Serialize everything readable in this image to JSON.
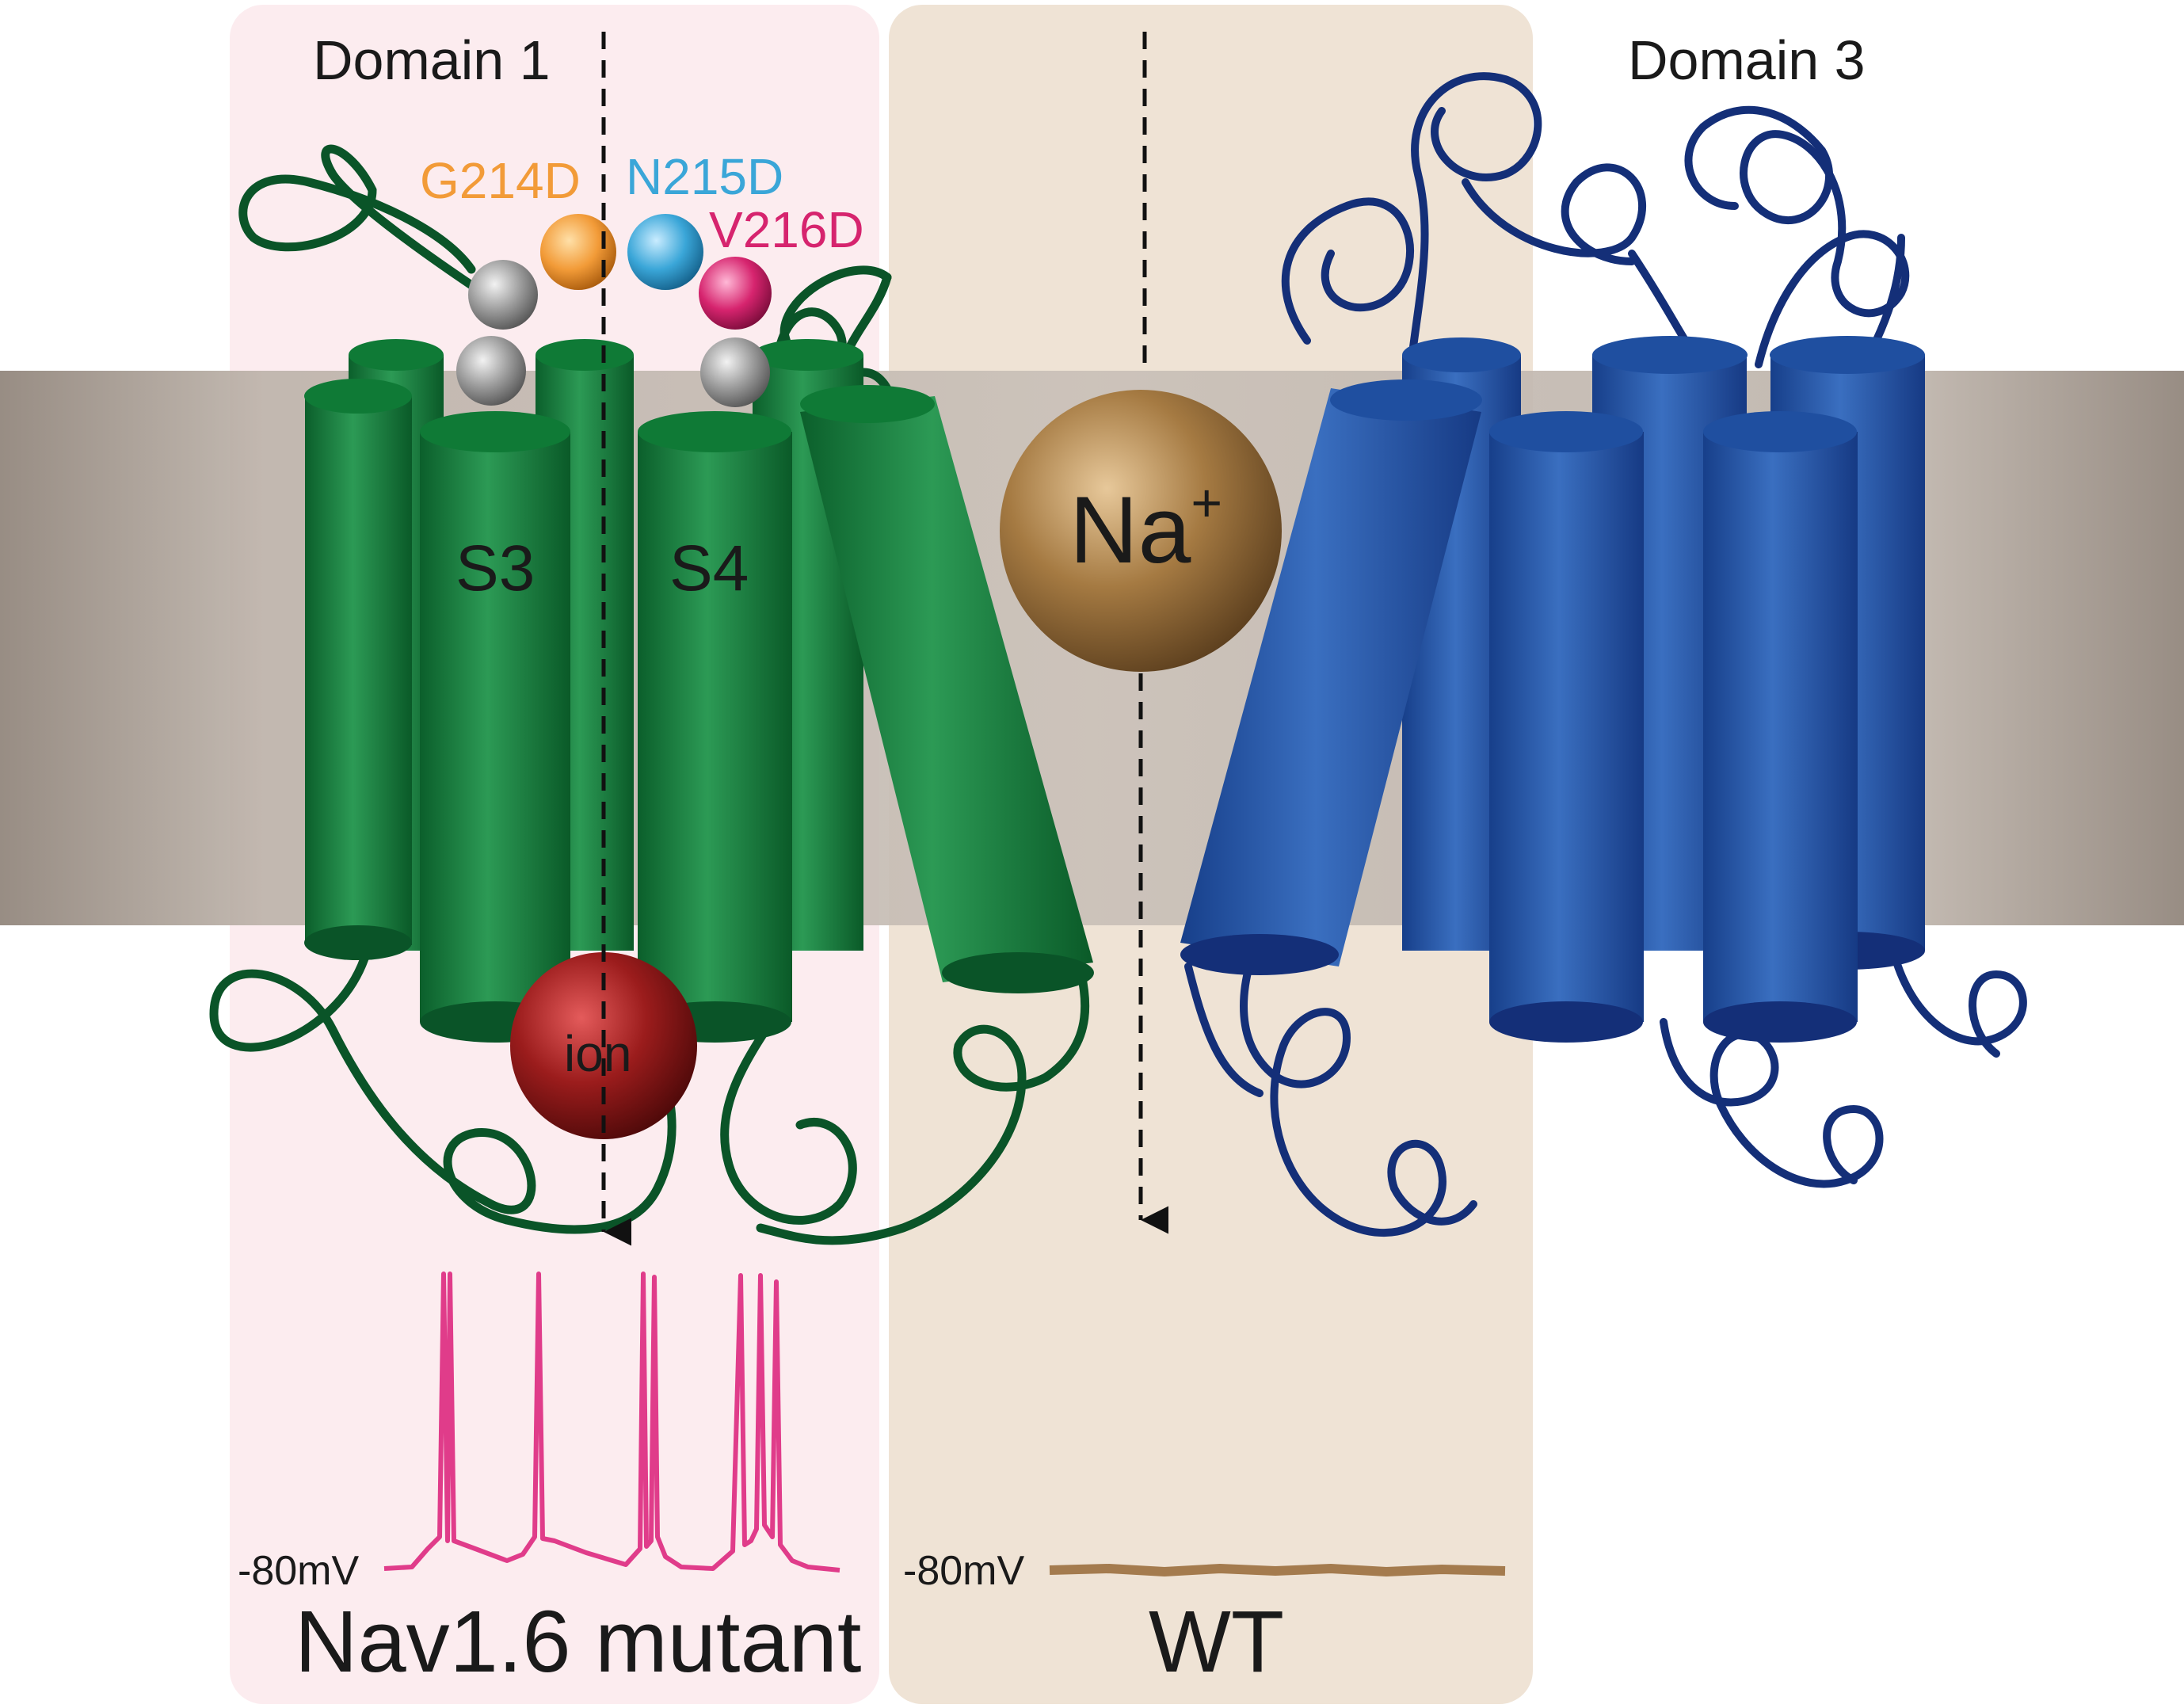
{
  "labels": {
    "domain1": "Domain 1",
    "domain3": "Domain 3",
    "s3": "S3",
    "s4": "S4",
    "ion": "ion",
    "sodium_base": "Na",
    "sodium_sup": "+",
    "mutant_title": "Nav1.6 mutant",
    "wt_title": "WT",
    "mutant_voltage": "-80mV",
    "wt_voltage": "-80mV"
  },
  "mutations": [
    {
      "label": "G214D",
      "color": "#f29b38"
    },
    {
      "label": "N215D",
      "color": "#3aa6d8"
    },
    {
      "label": "V216D",
      "color": "#d6246e"
    }
  ],
  "colors": {
    "mutant_panel": "#fcecef",
    "wt_panel": "#efe3d5",
    "membrane": "#b9aea4",
    "domain1": "#0f7a36",
    "domain1_dark": "#0a5428",
    "domain3": "#1f4fa0",
    "domain3_dark": "#142f78",
    "ion": "#9b1c1c",
    "sodium": "#a37840",
    "mutant_trace": "#e03c8a",
    "wt_trace": "#a47b4e",
    "linker_balls": "#9a9a9a"
  }
}
